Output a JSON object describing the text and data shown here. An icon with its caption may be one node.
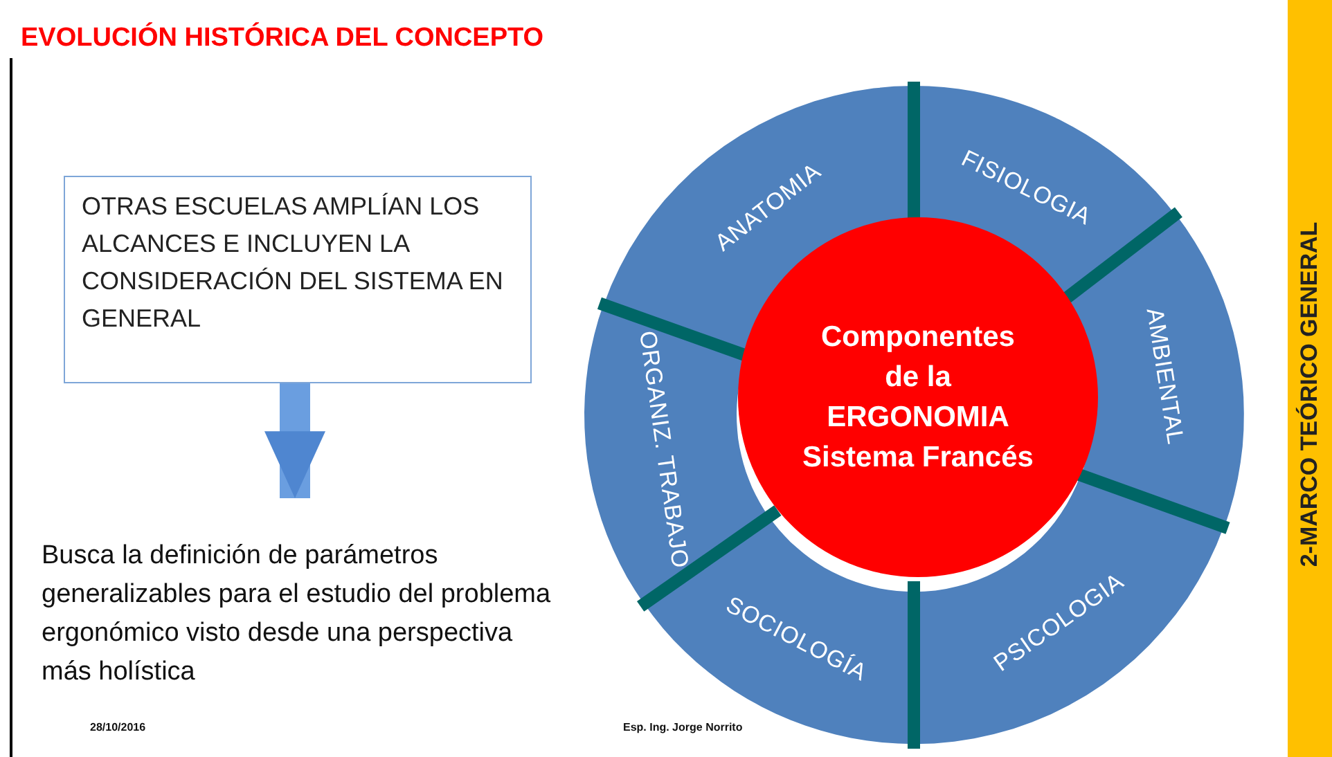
{
  "diagram": {
    "title": "EVOLUCIÓN HISTÓRICA DEL CONCEPTO",
    "nodes": [
      {
        "text": [
          "OTRAS ESCUELAS AMPLÍAN LOS ALCANCES E INCLUYEN LA CONSIDERACIÓN DEL SISTEMA EN GENERAL"
        ]
      },
      {
        "text": [
          "Busca la definición de parámetros generalizables para el estudio del problema ergonómico visto desde una perspectiva más holística"
        ]
      },
      {
        "text": [
          "ANATOMIA"
        ]
      },
      {
        "text": [
          "FISIOLOGIA"
        ]
      },
      {
        "text": [
          "AMBIENTAL"
        ]
      },
      {
        "text": [
          "PSICOLOGIA"
        ]
      },
      {
        "text": [
          "SOCIOLOGÍA"
        ]
      },
      {
        "text": [
          "ORGANIZ. TRABAJO"
        ]
      },
      {
        "text": [
          "Componentes de la ERGONOMIA Sistema Francés"
        ]
      },
      {
        "text": [
          "2-MARCO TEÓRICO GENERAL"
        ]
      }
    ],
    "edges": [
      {
        "from": 0,
        "to": 1,
        "arrow": "to"
      }
    ],
    "labels": [
      "28/10/2016",
      "Esp. Ing. Jorge Norrito"
    ]
  }
}
